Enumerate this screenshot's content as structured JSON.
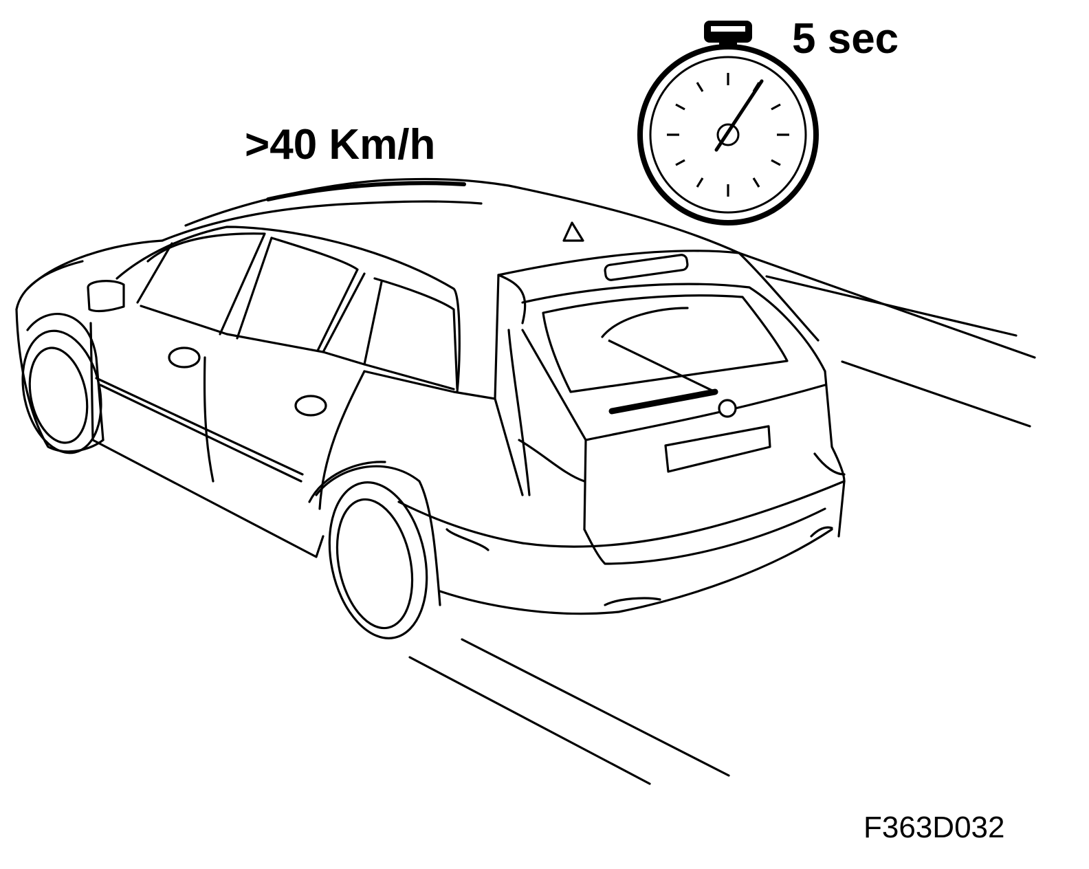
{
  "labels": {
    "speed": ">40 Km/h",
    "duration": "5 sec",
    "figure_code": "F363D032"
  },
  "icons": {
    "car": "estate-car-rear-view",
    "timer": "stopwatch-icon",
    "wiper": "rear-wiper"
  },
  "colors": {
    "ink": "#000000",
    "paper": "#ffffff"
  }
}
